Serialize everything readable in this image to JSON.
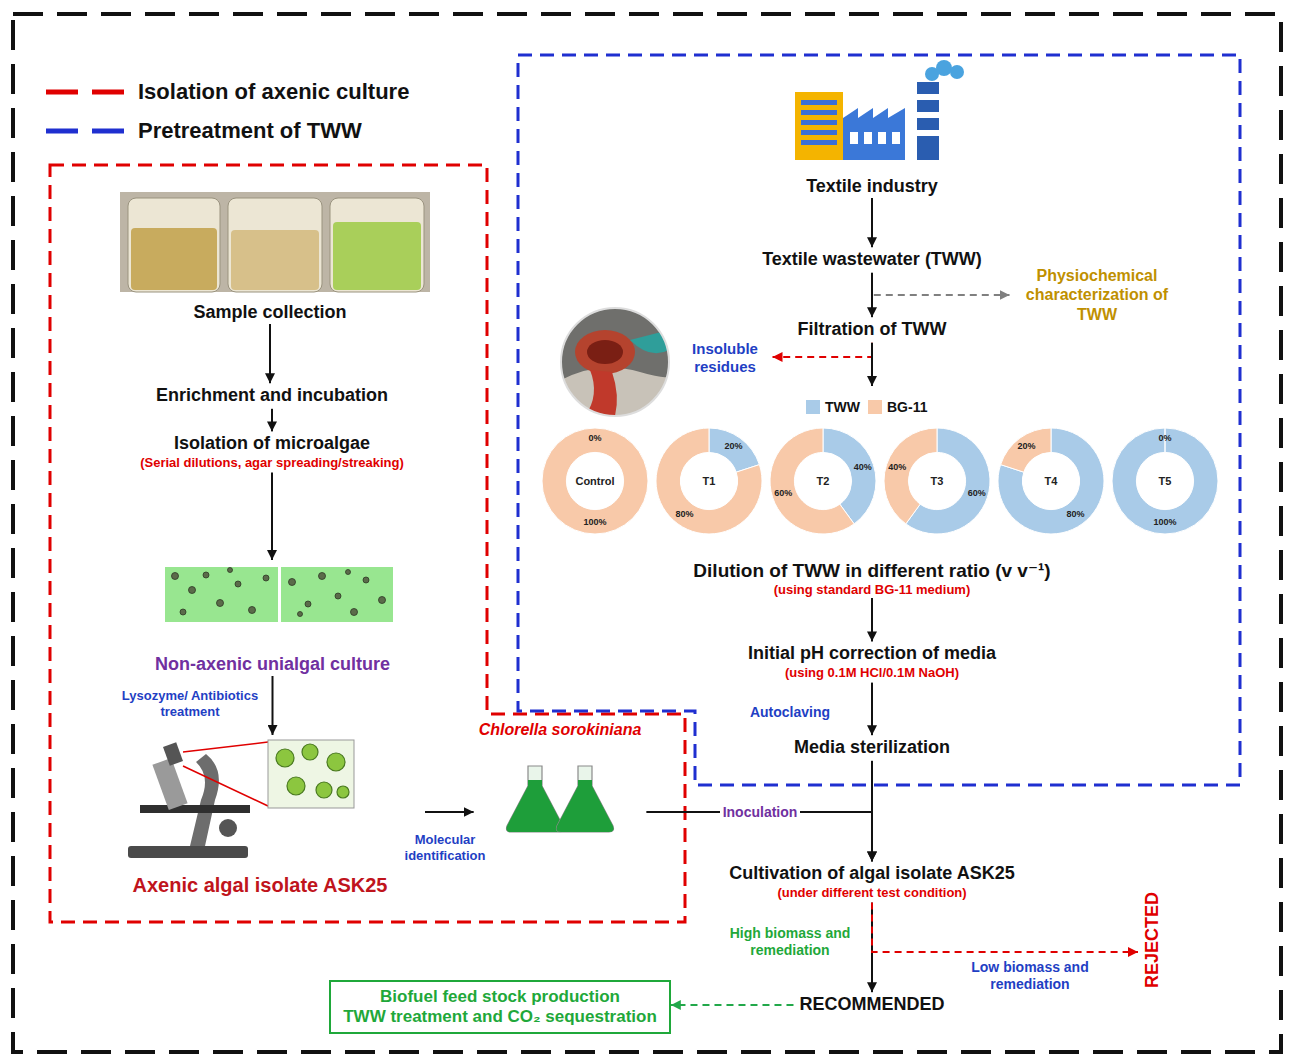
{
  "diagram": {
    "nodes": [
      {
        "text": [
          "Sample collection"
        ]
      },
      {
        "text": [
          "Enrichment and incubation"
        ]
      },
      {
        "text": [
          "Isolation of microalgae",
          "(Serial dilutions, agar spreading/streaking)"
        ]
      },
      {
        "text": [
          "Non-axenic unialgal culture"
        ]
      },
      {
        "text": [
          "Axenic algal isolate ASK25"
        ]
      },
      {
        "text": [
          "Chlorella sorokiniana"
        ]
      },
      {
        "text": [
          "Textile industry"
        ]
      },
      {
        "text": [
          "Textile wastewater (TWW)"
        ]
      },
      {
        "text": [
          "Physiochemical characterization of TWW"
        ]
      },
      {
        "text": [
          "Filtration of TWW"
        ]
      },
      {
        "text": [
          "Insoluble residues"
        ]
      },
      {
        "text": [
          "Dilution of TWW in different ratio (v v⁻¹)",
          "(using standard BG-11 medium)"
        ]
      },
      {
        "text": [
          "Control",
          "0%",
          "100%"
        ],
        "in": 11
      },
      {
        "text": [
          "T1",
          "20%",
          "80%"
        ],
        "in": 11
      },
      {
        "text": [
          "T2",
          "40%",
          "60%"
        ],
        "in": 11
      },
      {
        "text": [
          "T3",
          "60%",
          "40%"
        ],
        "in": 11
      },
      {
        "text": [
          "T4",
          "80%",
          "20%"
        ],
        "in": 11
      },
      {
        "text": [
          "T5",
          "100%",
          "0%"
        ],
        "in": 11
      },
      {
        "text": [
          "Initial pH correction of media",
          "(using 0.1M HCl/0.1M NaOH)"
        ]
      },
      {
        "text": [
          "Media sterilization"
        ]
      },
      {
        "text": [
          "Cultivation of algal isolate ASK25",
          "(under different test condition)"
        ]
      },
      {
        "text": [
          "REJECTED"
        ]
      },
      {
        "text": [
          "RECOMMENDED"
        ]
      },
      {
        "text": [
          "Biofuel feed stock production",
          "TWW treatment and CO₂ sequestration"
        ]
      }
    ],
    "edges": [
      {
        "from": 0,
        "to": 1,
        "arrow": "to"
      },
      {
        "from": 1,
        "to": 2,
        "arrow": "to"
      },
      {
        "from": 2,
        "to": 3,
        "arrow": "to"
      },
      {
        "from": 3,
        "to": 4,
        "arrow": "to",
        "label": "Lysozyme/ Antibiotics treatment"
      },
      {
        "from": 4,
        "to": 5,
        "arrow": "to",
        "label": "Molecular identification"
      },
      {
        "from": 5,
        "to": 20,
        "arrow": "to",
        "label": "Inoculation"
      },
      {
        "from": 6,
        "to": 7,
        "arrow": "to"
      },
      {
        "from": 7,
        "to": 8,
        "arrow": "to"
      },
      {
        "from": 7,
        "to": 9,
        "arrow": "to"
      },
      {
        "from": 9,
        "to": 10,
        "arrow": "to"
      },
      {
        "from": 9,
        "to": 11,
        "arrow": "to"
      },
      {
        "from": 11,
        "to": 18,
        "arrow": "to"
      },
      {
        "from": 18,
        "to": 19,
        "arrow": "to",
        "label": "Autoclaving"
      },
      {
        "from": 19,
        "to": 20,
        "arrow": "to"
      },
      {
        "from": 20,
        "to": 22,
        "arrow": "to",
        "label": "High biomass and remediation"
      },
      {
        "from": 20,
        "to": 21,
        "arrow": "to",
        "label": "Low biomass and remediation"
      },
      {
        "from": 22,
        "to": 23,
        "arrow": "to"
      }
    ],
    "legend": [
      {
        "text": "Isolation of axenic culture"
      },
      {
        "text": "Pretreatment of TWW"
      },
      {
        "text": "TWW",
        "color": "#a9cbe8"
      },
      {
        "text": "BG-11",
        "color": "#f8c9a9"
      }
    ]
  }
}
